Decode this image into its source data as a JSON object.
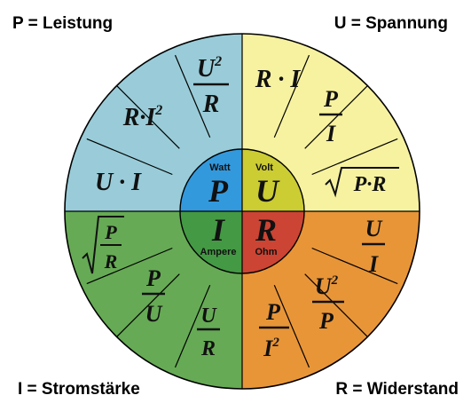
{
  "corners": {
    "top_left": "P = Leistung",
    "top_right": "U = Spannung",
    "bottom_left": "I = Stromstärke",
    "bottom_right": "R = Widerstand"
  },
  "center": {
    "power": {
      "symbol": "P",
      "unit": "Watt"
    },
    "voltage": {
      "symbol": "U",
      "unit": "Volt"
    },
    "current": {
      "symbol": "I",
      "unit": "Ampere"
    },
    "resistance": {
      "symbol": "R",
      "unit": "Ohm"
    }
  },
  "formulas": {
    "power": [
      "U²/R",
      "R·I²",
      "U·I"
    ],
    "voltage": [
      "R·I",
      "P/I",
      "√(P·R)"
    ],
    "current": [
      "√(P/R)",
      "P/U",
      "U/R"
    ],
    "resistance": [
      "U/I",
      "U²/P",
      "P/I²"
    ]
  },
  "colors": {
    "power_outer": "#99CCD8",
    "power_inner": "#3399DD",
    "voltage_outer": "#F7F2A0",
    "voltage_inner": "#CCCC33",
    "current_outer": "#66AA55",
    "current_inner": "#449944",
    "resistance_outer": "#E89538",
    "resistance_inner": "#CC4433",
    "lines": "#000000"
  }
}
